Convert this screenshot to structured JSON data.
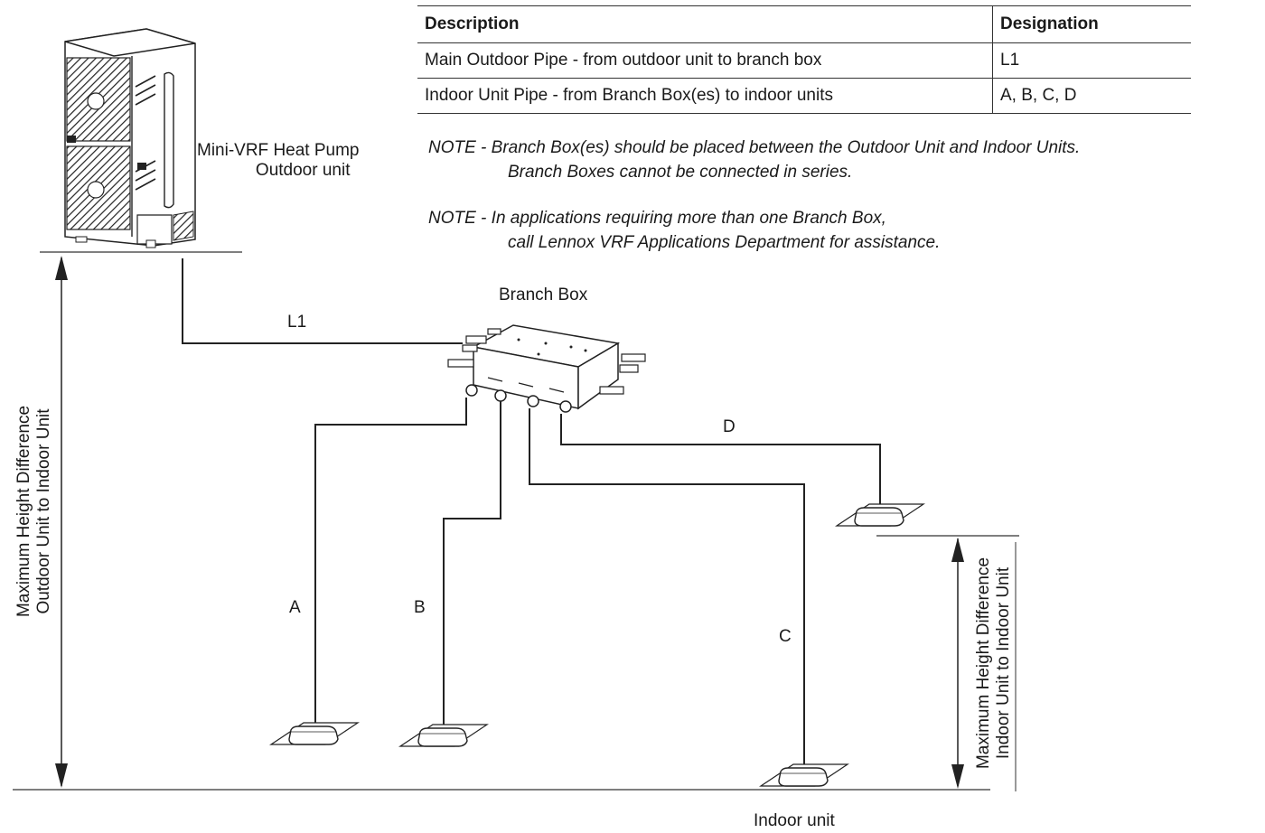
{
  "table": {
    "headers": [
      "Description",
      "Designation"
    ],
    "rows": [
      [
        "Main Outdoor Pipe - from outdoor unit to branch box",
        "L1"
      ],
      [
        "Indoor Unit Pipe - from Branch Box(es) to indoor units",
        "A, B, C, D"
      ]
    ]
  },
  "notes": [
    {
      "line1": "NOTE - Branch Box(es) should be placed between the Outdoor Unit and Indoor Units.",
      "line2": "Branch Boxes cannot be connected in series."
    },
    {
      "line1": "NOTE - In applications requiring more than one Branch Box,",
      "line2": "call Lennox VRF Applications Department for assistance."
    }
  ],
  "labels": {
    "outdoor_unit_line1": "Mini-VRF Heat Pump",
    "outdoor_unit_line2": "Outdoor unit",
    "branch_box": "Branch Box",
    "indoor_unit": "Indoor unit",
    "pipe_l1": "L1",
    "pipe_a": "A",
    "pipe_b": "B",
    "pipe_c": "C",
    "pipe_d": "D",
    "left_height_line1": "Maximum Height Difference",
    "left_height_line2": "Outdoor Unit to Indoor Unit",
    "right_height_line1": "Maximum Height Difference",
    "right_height_line2": "Indoor Unit to Indoor Unit"
  }
}
